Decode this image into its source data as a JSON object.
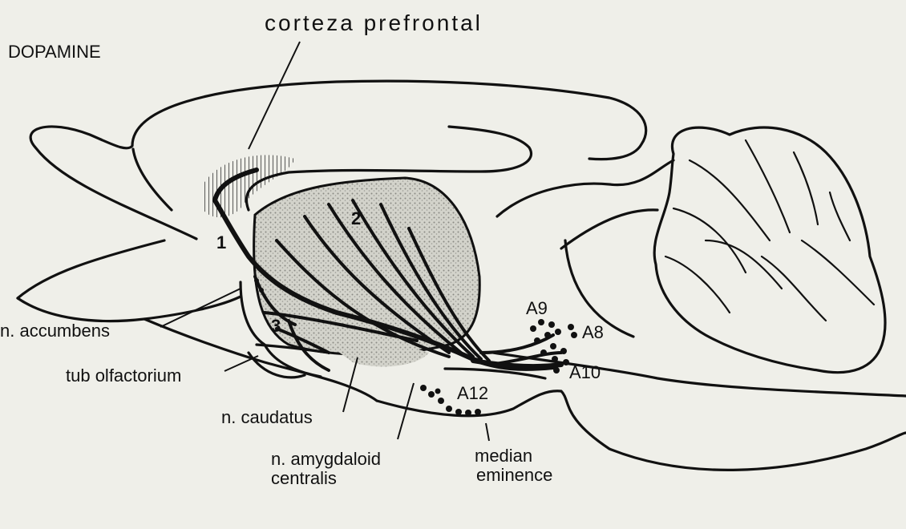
{
  "figure": {
    "title": "DOPAMINE",
    "labels": {
      "cortex": "corteza prefrontal",
      "accumbens": "n. accumbens",
      "olfactory": "tub olfactorium",
      "caudatus": "n. caudatus",
      "amygdaloid_line1": "n. amygdaloid",
      "amygdaloid_line2": "centralis",
      "median_line1": "median",
      "median_line2": "eminence"
    },
    "pathways": [
      "1",
      "2",
      "3"
    ],
    "cell_groups": [
      "A9",
      "A8",
      "A10",
      "A12"
    ]
  }
}
